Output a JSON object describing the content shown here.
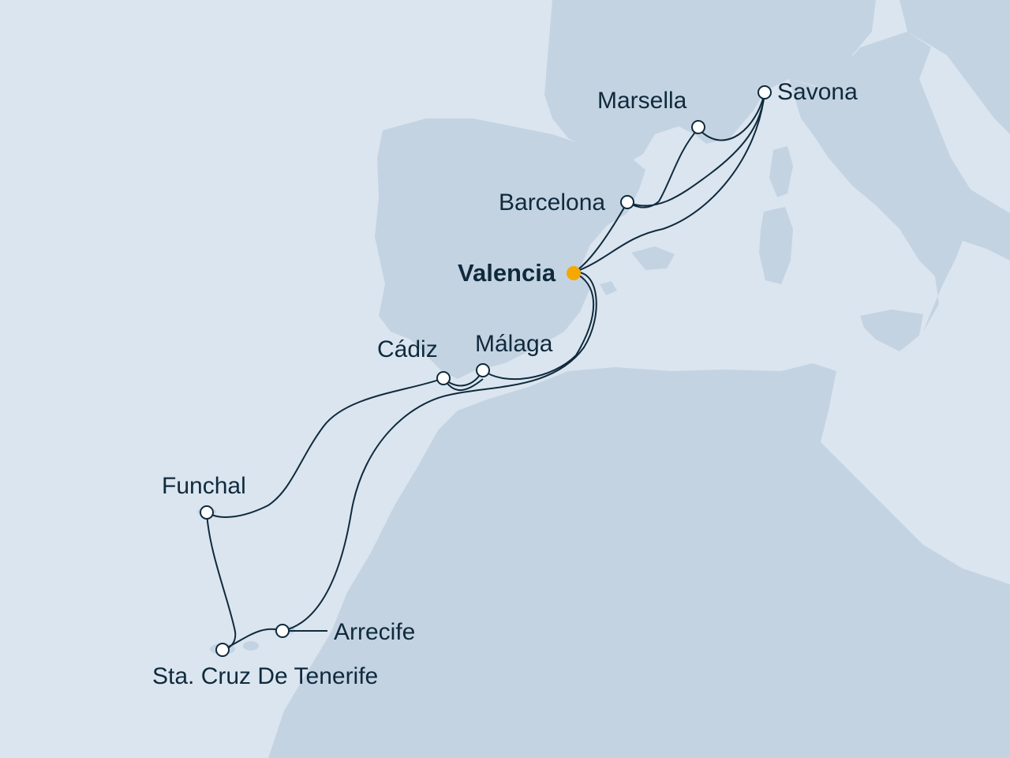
{
  "map": {
    "colors": {
      "sea": "#dbe5ef",
      "land": "#c4d3e2",
      "route": "#0f2a3d",
      "home_port": "#f5a800",
      "port_fill": "#ffffff",
      "label": "#0f2a3d"
    },
    "home_port": {
      "name": "Valencia"
    },
    "ports": [
      {
        "id": "savona",
        "name": "Savona"
      },
      {
        "id": "marsella",
        "name": "Marsella"
      },
      {
        "id": "barcelona",
        "name": "Barcelona"
      },
      {
        "id": "cadiz",
        "name": "Cádiz"
      },
      {
        "id": "malaga",
        "name": "Málaga"
      },
      {
        "id": "funchal",
        "name": "Funchal"
      },
      {
        "id": "arrecife",
        "name": "Arrecife"
      },
      {
        "id": "tenerife",
        "name": "Sta. Cruz De Tenerife"
      }
    ]
  }
}
